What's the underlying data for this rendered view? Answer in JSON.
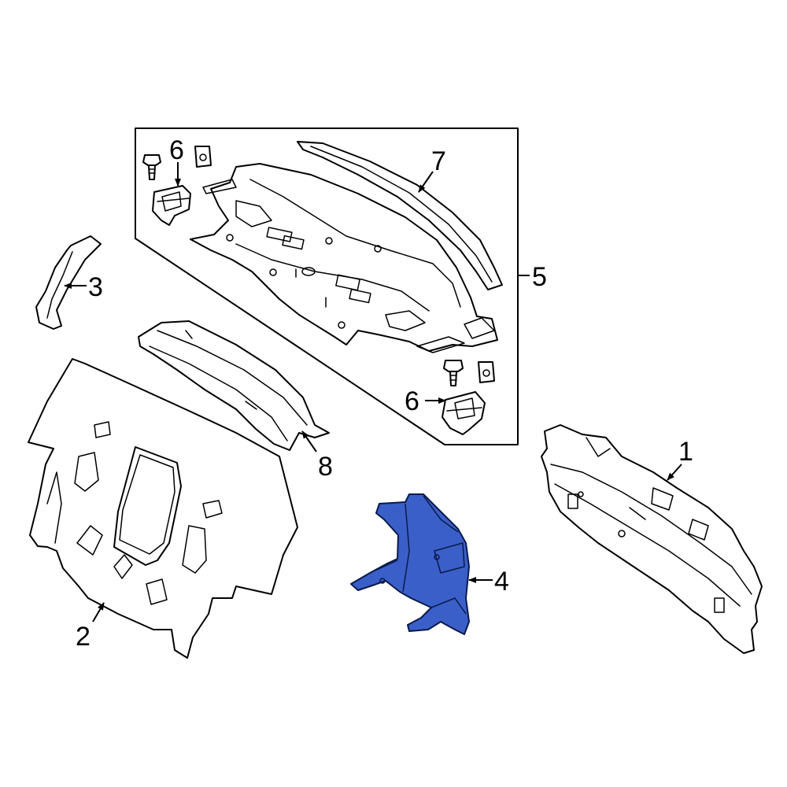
{
  "callouts": {
    "c1": "1",
    "c2": "2",
    "c3": "3",
    "c4": "4",
    "c5": "5",
    "c6a": "6",
    "c6b": "6",
    "c7": "7",
    "c8": "8"
  },
  "colors": {
    "highlight": "#3a5fc8",
    "outline": "#000000",
    "background": "#ffffff"
  }
}
